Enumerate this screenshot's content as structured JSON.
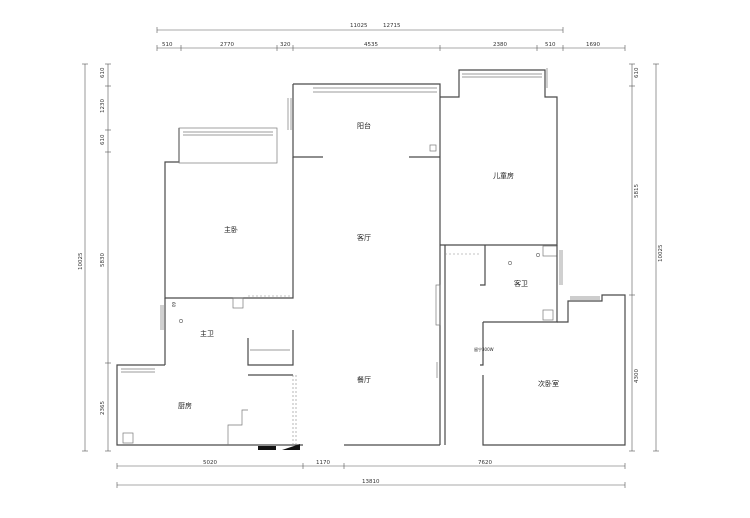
{
  "rooms": {
    "balcony": "阳台",
    "living_room": "客厅",
    "kids_room": "儿童房",
    "master_bedroom": "主卧",
    "guest_bath": "客卫",
    "master_bath": "主卫",
    "dining": "餐厅",
    "kitchen": "厨房",
    "second_bedroom": "次卧室",
    "fridge_note": "留宁300W"
  },
  "dimensions": {
    "top_total_a": "11025",
    "top_total_b": "12715",
    "top_1": "510",
    "top_2": "2770",
    "top_3": "320",
    "top_4": "4535",
    "top_5": "2380",
    "top_6": "510",
    "top_7": "1690",
    "bottom_1": "5020",
    "bottom_2": "1170",
    "bottom_3": "7620",
    "bottom_total": "13810",
    "left_total": "10025",
    "left_1": "610",
    "left_2": "1230",
    "left_3": "610",
    "left_4": "5830",
    "left_5": "2365",
    "right_total": "10025",
    "right_1": "610",
    "right_2": "5815",
    "right_3": "4300"
  },
  "misc": {
    "door_mark": "60"
  }
}
